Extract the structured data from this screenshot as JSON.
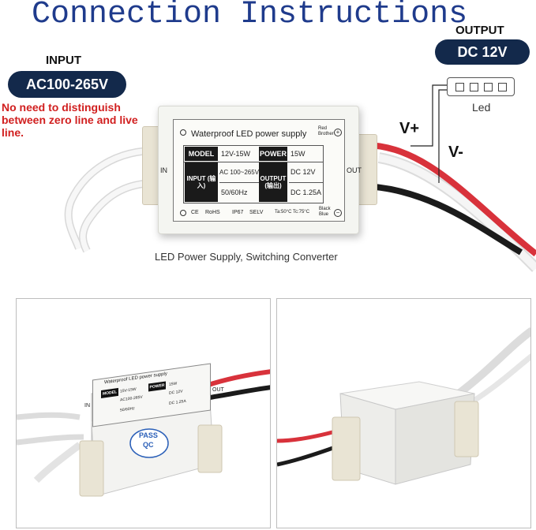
{
  "title": "Connection Instructions",
  "input": {
    "label": "INPUT",
    "value": "AC100-265V",
    "note": "No need to distinguish between zero line and live line."
  },
  "output": {
    "label": "OUTPUT",
    "value": "DC 12V"
  },
  "polarity": {
    "positive": "V+",
    "negative": "V-"
  },
  "led_label": "Led",
  "caption": "LED Power Supply, Switching Converter",
  "module": {
    "title": "Waterproof LED power supply",
    "red_label": "Red Brother",
    "black_label": "Black Blue",
    "in_label": "IN",
    "out_label": "OUT",
    "model_header": "MODEL",
    "model_value": "12V-15W",
    "power_header": "POWER",
    "power_value": "15W",
    "input_header": "INPUT (输入)",
    "input_value_1": "AC 100~265V",
    "input_value_2": "50/60Hz",
    "output_header": "OUTPUT (输出)",
    "output_value_1": "DC 12V",
    "output_value_2": "DC 1.25A",
    "footer_ce": "CE",
    "footer_rohs": "RoHS",
    "footer_ip": "IP67",
    "footer_selv": "SELV",
    "footer_temp": "Ta:50°C  Tc:75°C"
  },
  "photo_left": {
    "module_title": "Waterproof LED power supply",
    "model_header": "MODEL",
    "model_value": "15V-15W",
    "power_header": "POWER",
    "power_value": "15W",
    "input_value": "AC100-265V",
    "input_freq": "50/60Hz",
    "output_value_1": "DC 12V",
    "output_value_2": "DC 1.25A",
    "pass_line1": "PASS",
    "pass_line2": "QC",
    "in_label": "IN",
    "out_label": "OUT"
  },
  "colors": {
    "title": "#1f3b8c",
    "pill": "#13294b",
    "note": "#d11f1f",
    "red_wire": "#d8323b",
    "black_wire": "#1b1b1b"
  }
}
